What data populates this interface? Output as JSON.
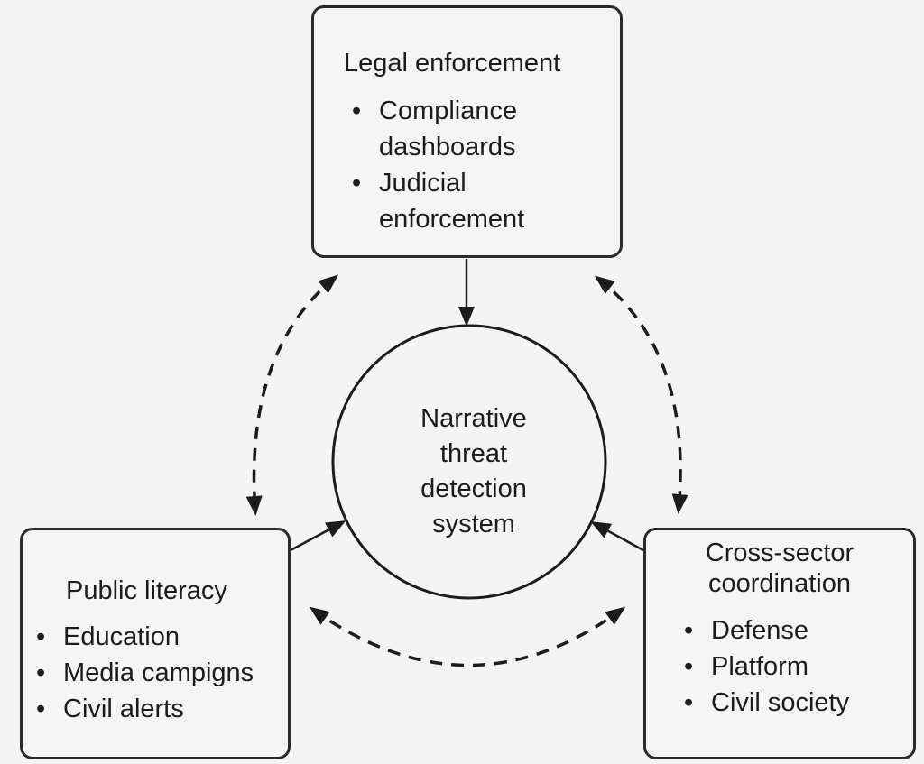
{
  "diagram": {
    "center": {
      "label": "Narrative threat detection system",
      "lines": [
        "Narrative",
        "threat",
        "detection",
        "system"
      ]
    },
    "nodes": {
      "legal": {
        "title": "Legal enforcement",
        "items": [
          {
            "lines": [
              "Compliance",
              "dashboards"
            ]
          },
          {
            "lines": [
              "Judicial",
              "enforcement"
            ]
          }
        ]
      },
      "public": {
        "title": "Public literacy",
        "items": [
          "Education",
          "Media campigns",
          "Civil alerts"
        ]
      },
      "cross": {
        "title_lines": [
          "Cross-sector",
          "coordination"
        ],
        "items": [
          "Defense",
          "Platform",
          "Civil society"
        ]
      }
    },
    "bullet": "•",
    "edges": [
      {
        "from": "Legal enforcement",
        "to": "Narrative threat detection system",
        "style": "solid"
      },
      {
        "from": "Public literacy",
        "to": "Narrative threat detection system",
        "style": "solid"
      },
      {
        "from": "Cross-sector coordination",
        "to": "Narrative threat detection system",
        "style": "solid"
      },
      {
        "from": "Legal enforcement",
        "to": "Public literacy",
        "style": "dashed",
        "bidirectional": true
      },
      {
        "from": "Legal enforcement",
        "to": "Cross-sector coordination",
        "style": "dashed",
        "bidirectional": true
      },
      {
        "from": "Public literacy",
        "to": "Cross-sector coordination",
        "style": "dashed",
        "bidirectional": true
      }
    ],
    "colors": {
      "stroke": "#1c1c1c",
      "background": "#f4f4f4",
      "text": "#1c1c1c"
    }
  }
}
